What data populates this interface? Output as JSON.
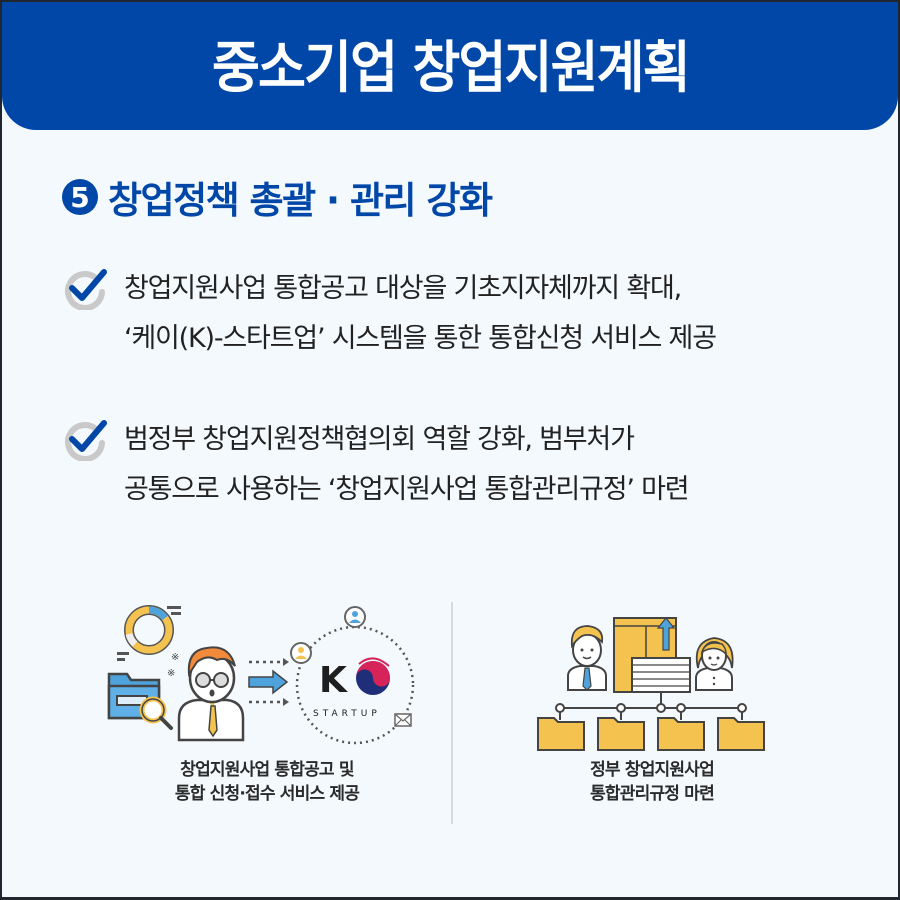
{
  "header": {
    "title": "중소기업 창업지원계획"
  },
  "section": {
    "number": "5",
    "title": "창업정책 총괄 · 관리 강화"
  },
  "bullets": [
    {
      "icon": "check-icon",
      "lines": [
        "창업지원사업 통합공고 대상을 기초지자체까지 확대,",
        "‘케이(K)-스타트업’ 시스템을 통한 통합신청 서비스 제공"
      ]
    },
    {
      "icon": "check-icon",
      "lines": [
        "범정부 창업지원정책협의회 역할 강화, 범부처가",
        "공통으로 사용하는 ‘창업지원사업 통합관리규정’ 마련"
      ]
    }
  ],
  "illustrations": {
    "left": {
      "logo_text": "STARTUP",
      "logo_letter": "K",
      "caption_lines": [
        "창업지원사업 통합공고 및",
        "통합 신청·접수 서비스 제공"
      ]
    },
    "right": {
      "caption_lines": [
        "정부 창업지원사업",
        "통합관리규정 마련"
      ]
    }
  },
  "colors": {
    "primary_blue": "#0047a8",
    "background": "#f4f9fd",
    "text_dark": "#222222",
    "folder_yellow": "#f4c24f",
    "accent_orange": "#f28a3a",
    "accent_light_blue": "#4ea3dc",
    "logo_red": "#d6245a",
    "logo_navy": "#1e2e78"
  }
}
